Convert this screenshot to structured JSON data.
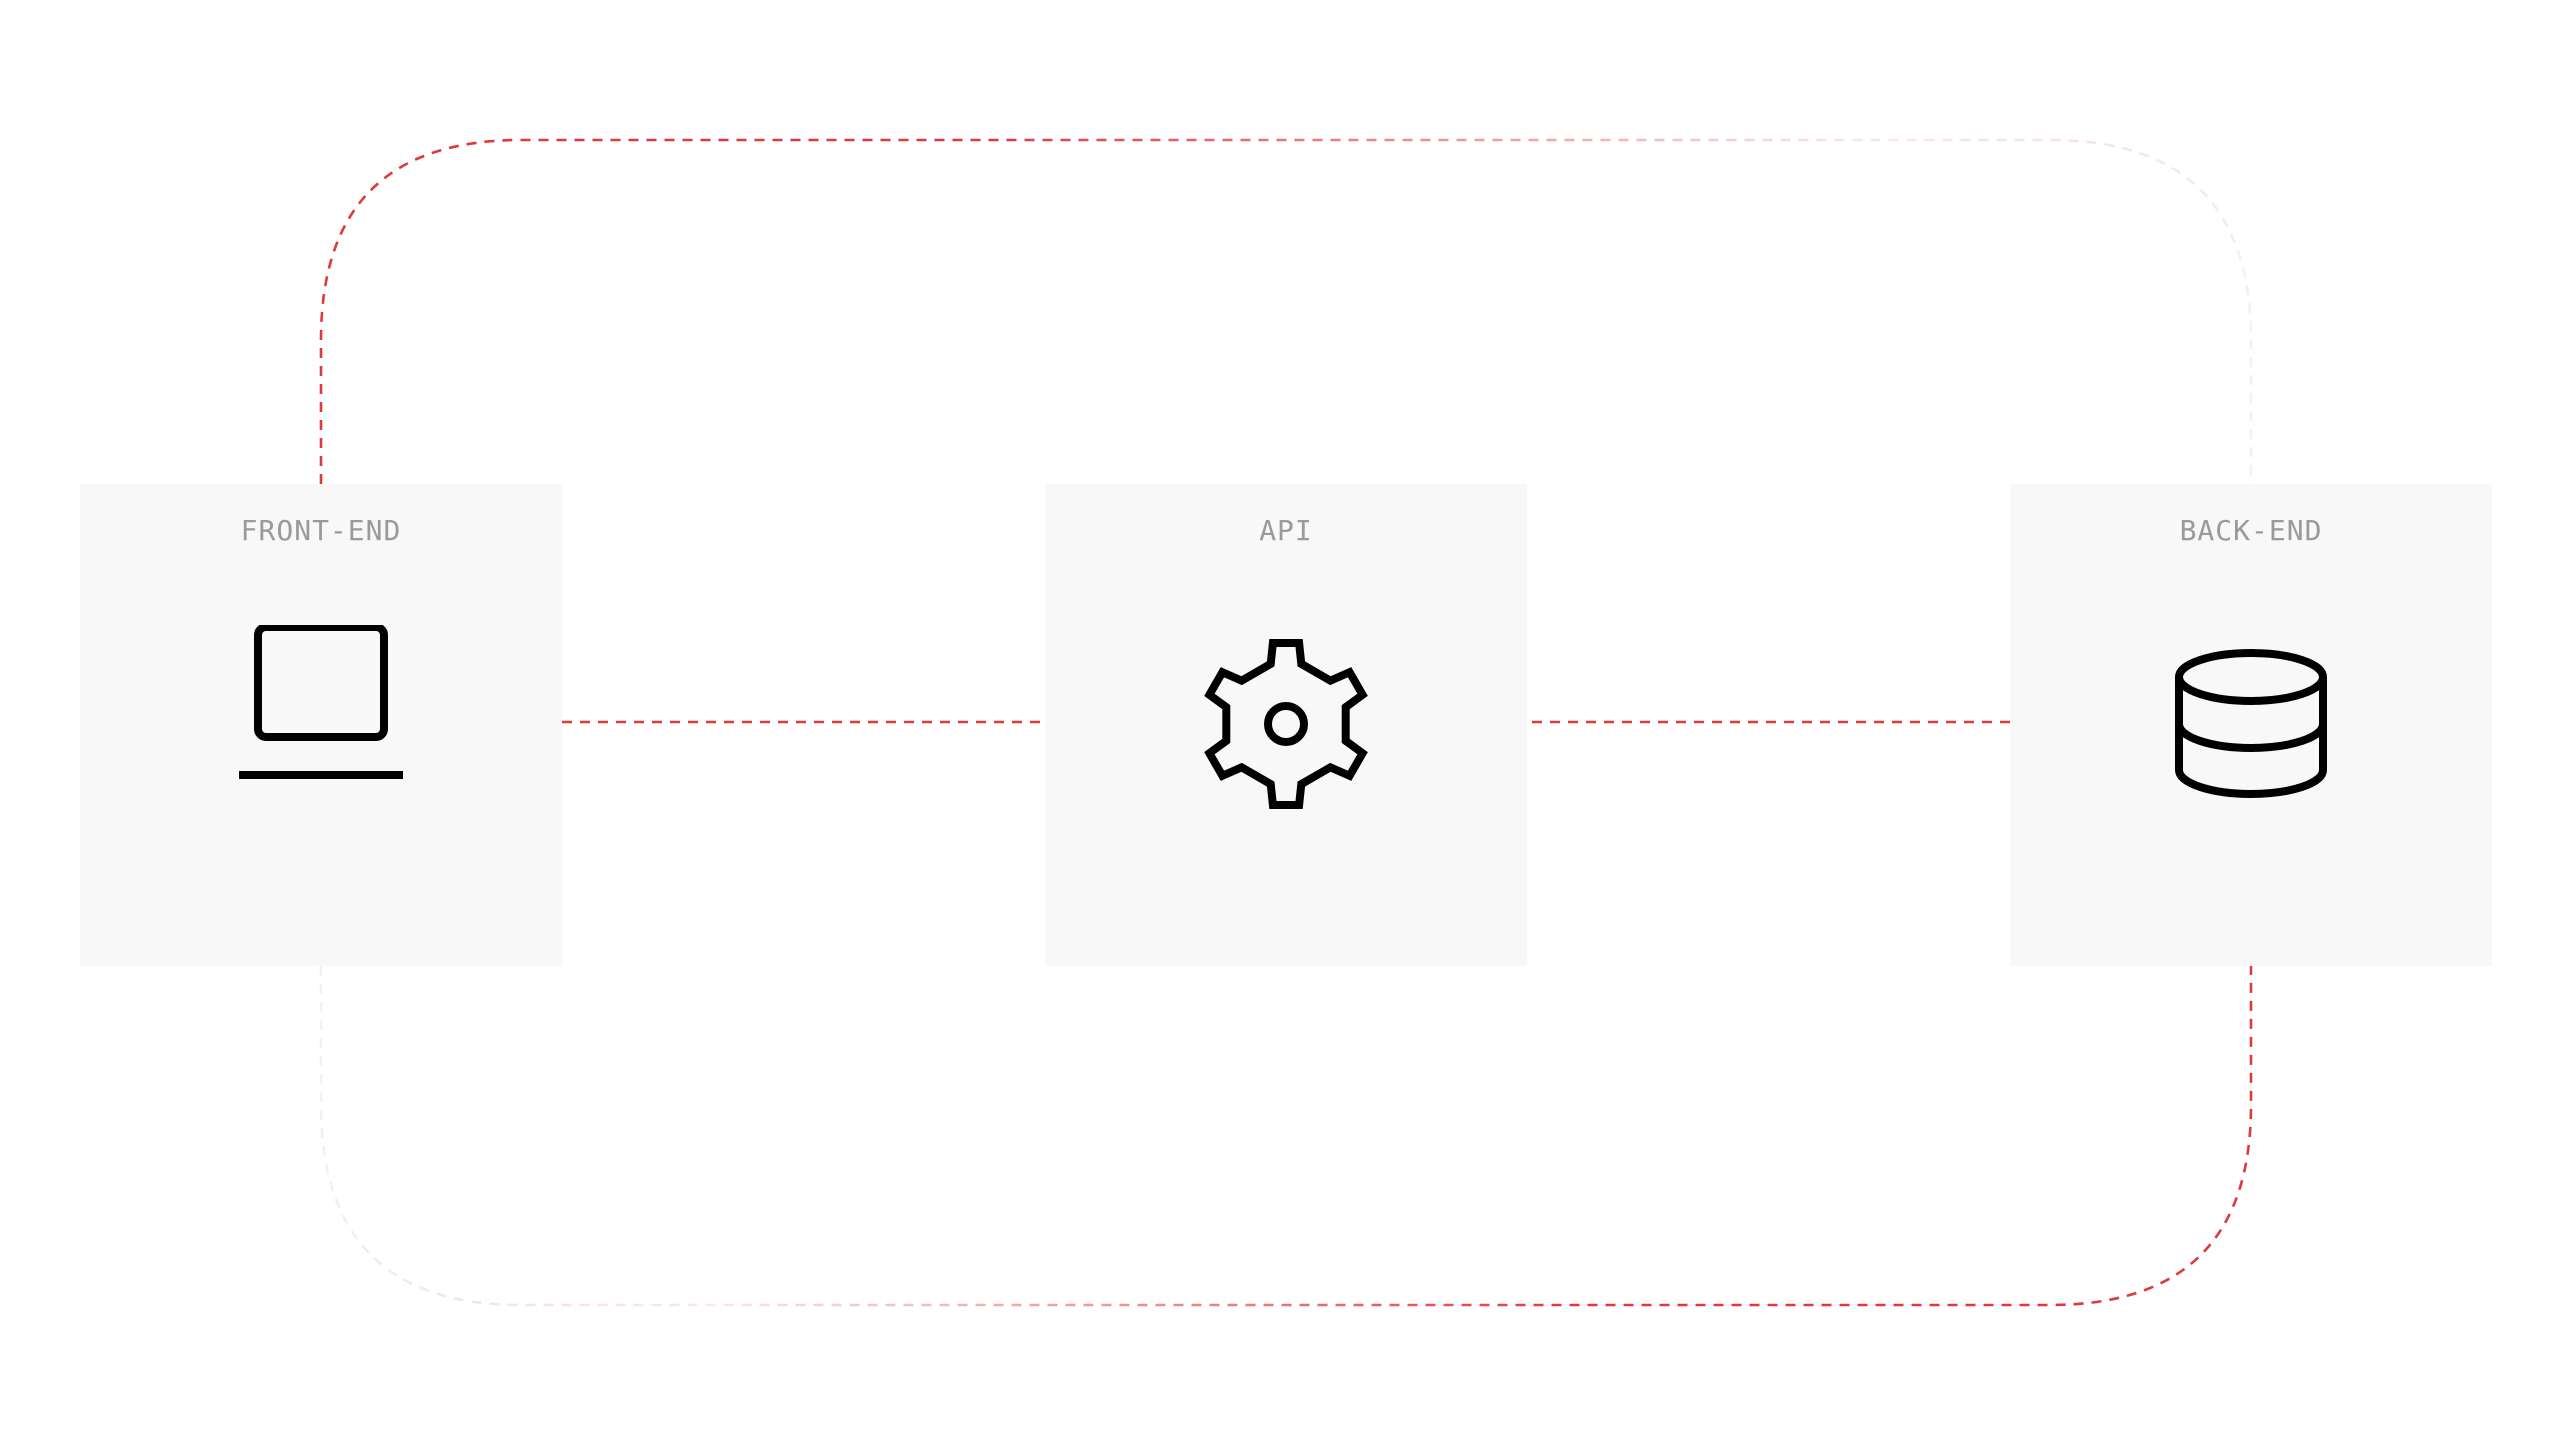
{
  "nodes": {
    "frontend": {
      "label": "FRONT-END",
      "icon": "laptop-icon"
    },
    "api": {
      "label": "API",
      "icon": "gear-icon"
    },
    "backend": {
      "label": "BACK-END",
      "icon": "database-icon"
    }
  },
  "colors": {
    "connector": "#e0393c",
    "node_background": "#f8f8f8",
    "label": "#9a9a9a",
    "icon": "#000000"
  }
}
